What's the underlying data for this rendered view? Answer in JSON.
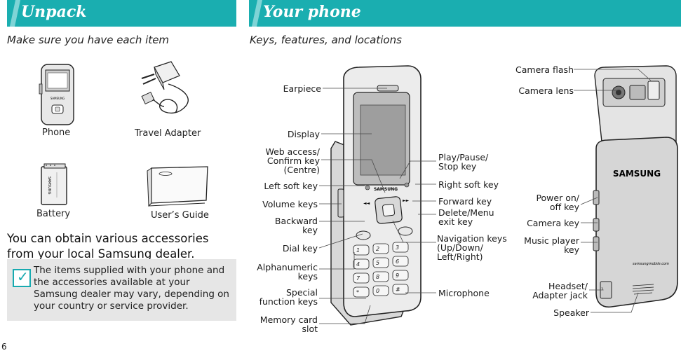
{
  "left": {
    "title": "Unpack",
    "subtitle": "Make sure you have each item",
    "items": [
      "Phone",
      "Travel Adapter",
      "Battery",
      "User’s Guide"
    ],
    "body": "You can obtain various accessories from your local Samsung dealer.",
    "note": "The items supplied with your phone and the accessories available at your Samsung dealer may vary, depending on your country or service provider."
  },
  "right": {
    "title": "Your phone",
    "subtitle": "Keys, features, and locations",
    "labels": {
      "earpiece": "Earpiece",
      "display": "Display",
      "web_access": "Web access/\nConfirm key\n(Centre)",
      "left_soft": "Left soft key",
      "volume": "Volume keys",
      "backward": "Backward\nkey",
      "dial": "Dial key",
      "alphanumeric": "Alphanumeric\nkeys",
      "special": "Special\nfunction keys",
      "memory_card": "Memory card\nslot",
      "play_pause": "Play/Pause/\nStop key",
      "right_soft": "Right soft key",
      "forward": "Forward key",
      "delete_menu": "Delete/Menu\nexit key",
      "navigation": "Navigation keys\n(Up/Down/\nLeft/Right)",
      "microphone": "Microphone",
      "camera_flash": "Camera flash",
      "camera_lens": "Camera lens",
      "power": "Power on/\noff key",
      "camera_key": "Camera key",
      "music_player": "Music player\nkey",
      "headset": "Headset/\nAdapter jack",
      "speaker": "Speaker"
    },
    "brand": "SAMSUNG",
    "website": "samsungmobile.com"
  },
  "page_number": "6",
  "colors": {
    "banner": "#1aaeb0",
    "note_bg": "#e6e6e6",
    "check": "#18aab0"
  }
}
